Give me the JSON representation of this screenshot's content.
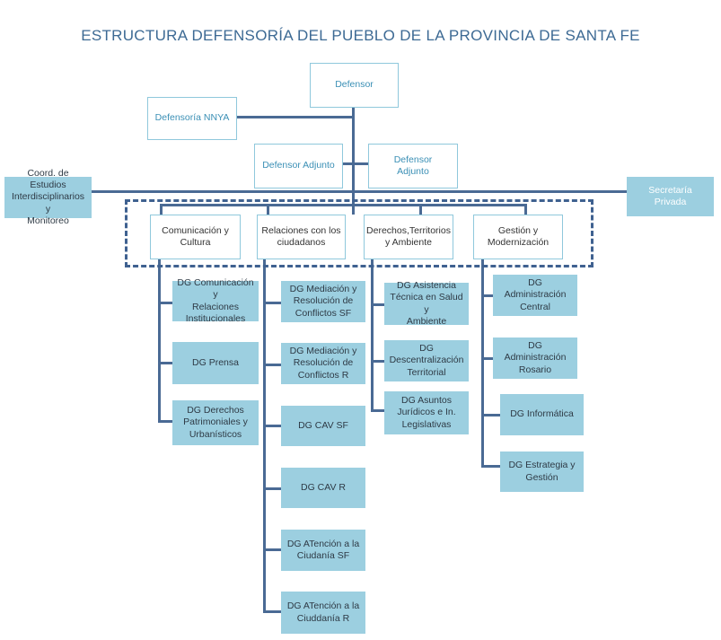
{
  "title": "ESTRUCTURA DEFENSORÍA DEL PUEBLO DE LA PROVINCIA DE SANTA FE",
  "top": {
    "defensor": "Defensor",
    "nnya": "Defensoría NNYA",
    "adjunto_1": "Defensor Adjunto",
    "adjunto_2": "Defensor\nAdjunto",
    "coord": "Coord. de Estudios\nInterdisciplinarios y\nMonitoreo",
    "secretaria": "Secretaría\nPrivada"
  },
  "areas": [
    {
      "label": "Comunicación y\nCultura",
      "children": [
        "DG Comunicación y\nRelaciones\nInstitucionales",
        "DG Prensa",
        "DG Derechos\nPatrimoniales y\nUrbanísticos"
      ]
    },
    {
      "label": "Relaciones con los\nciudadanos",
      "children": [
        "DG Mediación y\nResolución de\nConflictos  SF",
        "DG Mediación y\nResolución de\nConflictos R",
        "DG CAV SF",
        "DG CAV R",
        "DG ATención a la\nCiudanía SF",
        "DG ATención a la\nCiuddanía R"
      ]
    },
    {
      "label": "Derechos,Territorios\ny Ambiente",
      "children": [
        "DG Asistencia\nTécnica en Salud y\nAmbiente",
        "DG\nDescentralización\nTerritorial",
        "DG  Asuntos\nJurídicos  e In.\nLegislativas"
      ]
    },
    {
      "label": "Gestión y\nModernización",
      "children": [
        "DG Administración\nCentral",
        "DG Administración\nRosario",
        "DG Informática",
        "DG Estrategia y\nGestión"
      ]
    }
  ]
}
